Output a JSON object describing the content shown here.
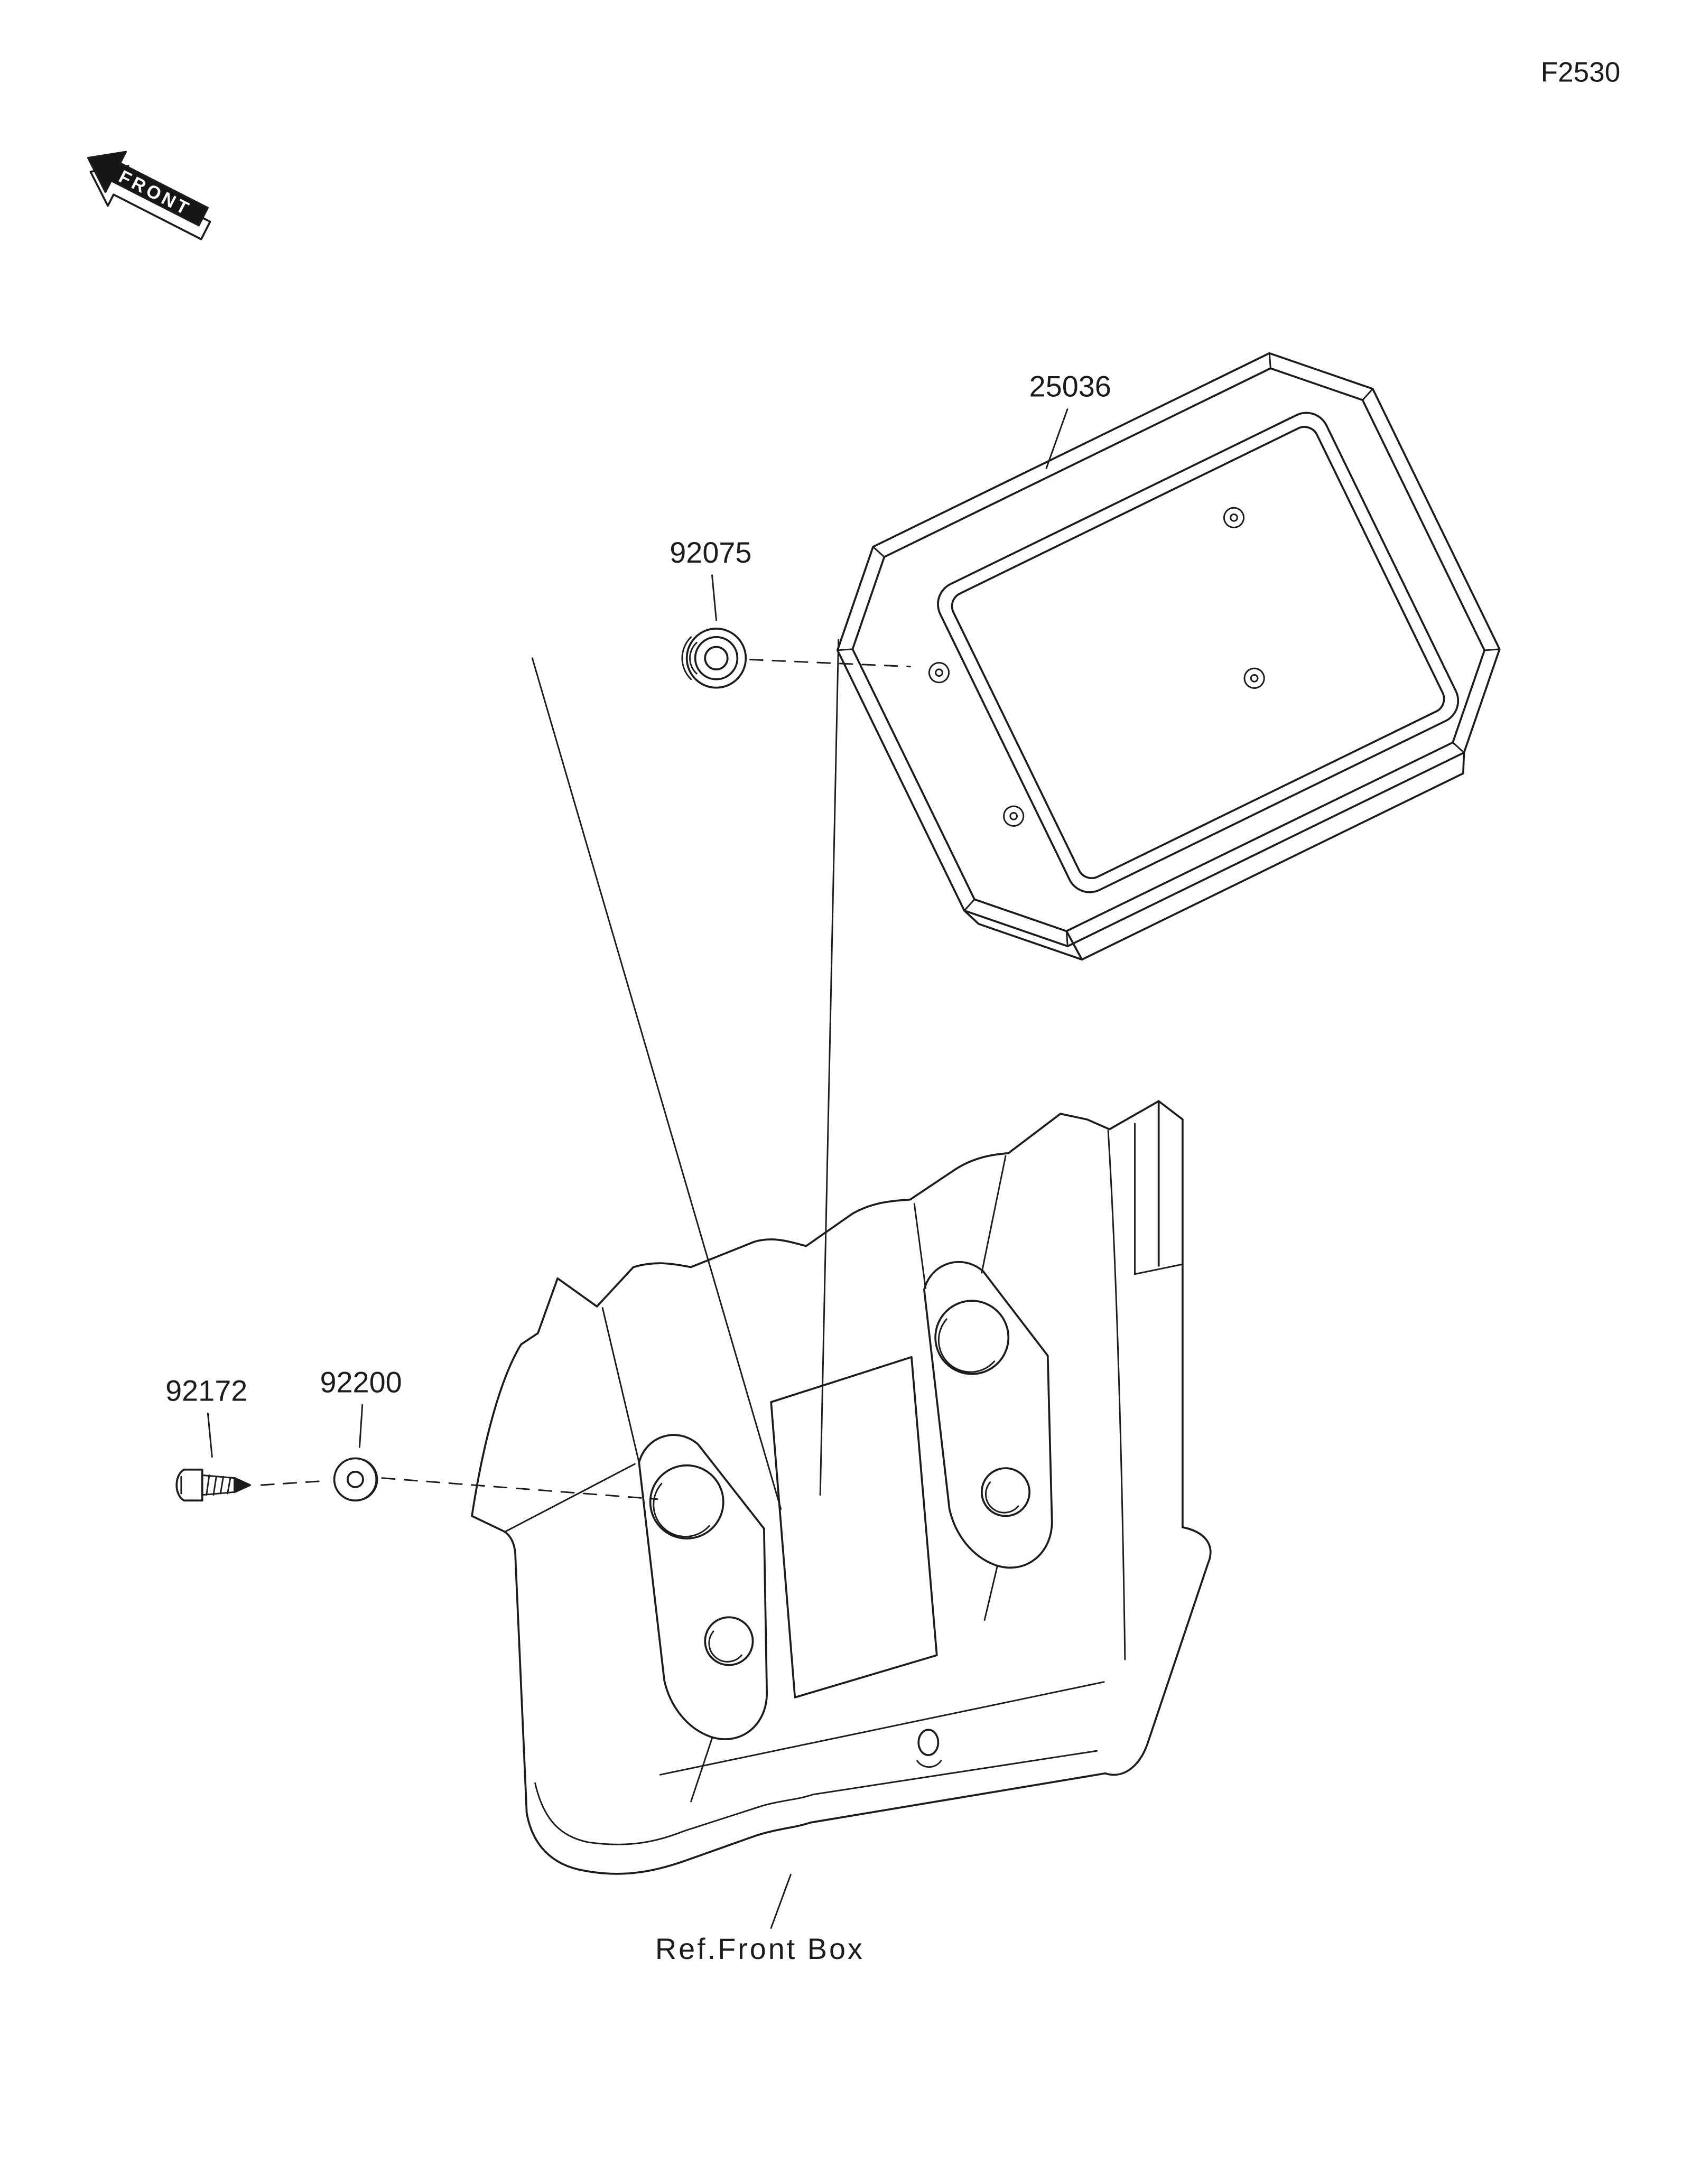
{
  "page": {
    "code": "F2530",
    "background": "#ffffff",
    "line_color": "#1c1c1c"
  },
  "front_marker": {
    "label": "FRONT"
  },
  "callouts": {
    "meter": "25036",
    "damper": "92075",
    "screw": "92172",
    "washer": "92200"
  },
  "reference": {
    "front_box_label": "Ref.Front Box"
  }
}
